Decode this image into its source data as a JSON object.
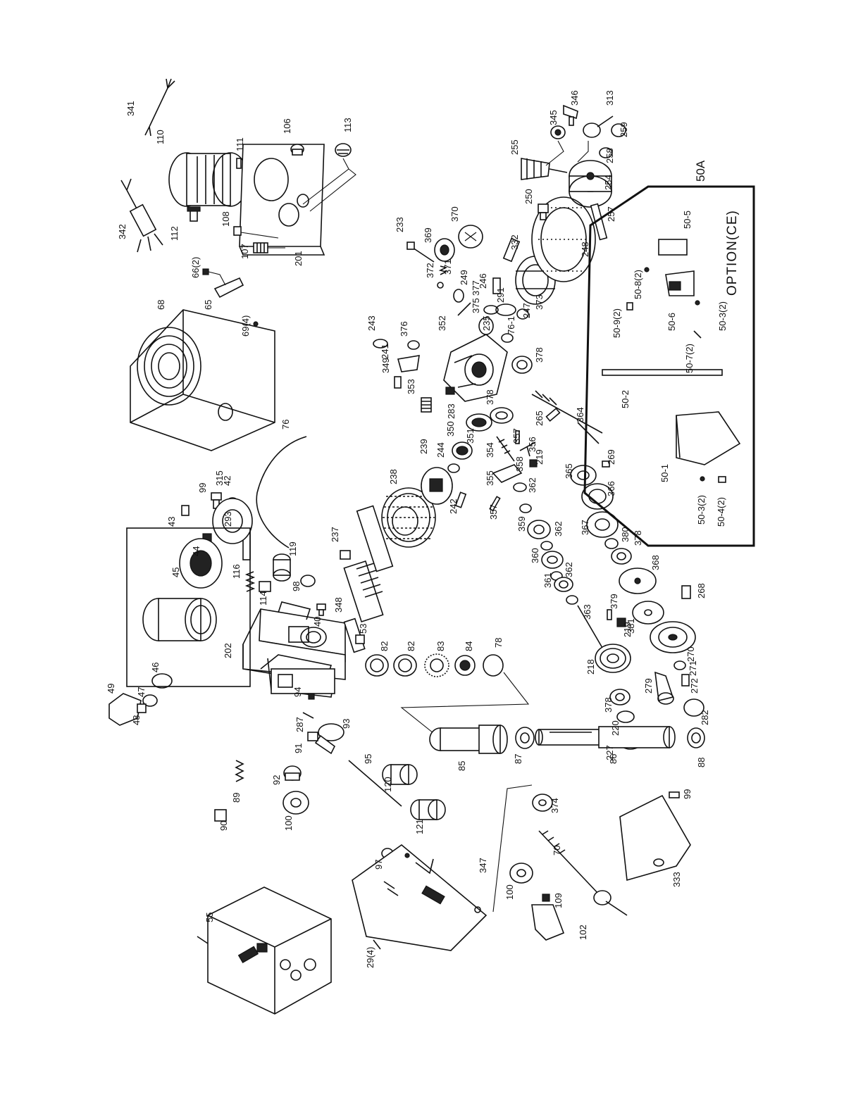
{
  "diagram": {
    "option_label": "OPTION(CE)",
    "panel_label": "50A",
    "labels": [
      {
        "id": "p341",
        "text": "341"
      },
      {
        "id": "p342",
        "text": "342"
      },
      {
        "id": "p110",
        "text": "110"
      },
      {
        "id": "p111",
        "text": "111"
      },
      {
        "id": "p106",
        "text": "106"
      },
      {
        "id": "p113",
        "text": "113"
      },
      {
        "id": "p112",
        "text": "112"
      },
      {
        "id": "p108",
        "text": "108"
      },
      {
        "id": "p107",
        "text": "107"
      },
      {
        "id": "p201",
        "text": "201"
      },
      {
        "id": "p66",
        "text": "66(2)"
      },
      {
        "id": "p65",
        "text": "65"
      },
      {
        "id": "p68",
        "text": "68"
      },
      {
        "id": "p69",
        "text": "69(4)"
      },
      {
        "id": "p76",
        "text": "76"
      },
      {
        "id": "p99a",
        "text": "99"
      },
      {
        "id": "p315",
        "text": "315"
      },
      {
        "id": "p293",
        "text": "293"
      },
      {
        "id": "p116",
        "text": "116"
      },
      {
        "id": "p119",
        "text": "119"
      },
      {
        "id": "p114",
        "text": "114"
      },
      {
        "id": "p98",
        "text": "98"
      },
      {
        "id": "p237",
        "text": "237"
      },
      {
        "id": "p238",
        "text": "238"
      },
      {
        "id": "p239",
        "text": "239"
      },
      {
        "id": "p242",
        "text": "242"
      },
      {
        "id": "p244",
        "text": "244"
      },
      {
        "id": "p350",
        "text": "350"
      },
      {
        "id": "p353",
        "text": "353"
      },
      {
        "id": "p349",
        "text": "349"
      },
      {
        "id": "p241",
        "text": "241"
      },
      {
        "id": "p243",
        "text": "243"
      },
      {
        "id": "p376",
        "text": "376"
      },
      {
        "id": "p352",
        "text": "352"
      },
      {
        "id": "p233",
        "text": "233"
      },
      {
        "id": "p369",
        "text": "369"
      },
      {
        "id": "p370",
        "text": "370"
      },
      {
        "id": "p371",
        "text": "371"
      },
      {
        "id": "p372",
        "text": "372"
      },
      {
        "id": "p249",
        "text": "249"
      },
      {
        "id": "p377",
        "text": "377"
      },
      {
        "id": "p235",
        "text": "235"
      },
      {
        "id": "p375",
        "text": "375"
      },
      {
        "id": "p291",
        "text": "291"
      },
      {
        "id": "p76-1",
        "text": "76-1"
      },
      {
        "id": "p332",
        "text": "332"
      },
      {
        "id": "p246",
        "text": "246"
      },
      {
        "id": "p247",
        "text": "247"
      },
      {
        "id": "p373",
        "text": "373"
      },
      {
        "id": "p248",
        "text": "248"
      },
      {
        "id": "p250",
        "text": "250"
      },
      {
        "id": "p255",
        "text": "255"
      },
      {
        "id": "p345",
        "text": "345"
      },
      {
        "id": "p346",
        "text": "346"
      },
      {
        "id": "p313",
        "text": "313"
      },
      {
        "id": "p259",
        "text": "259"
      },
      {
        "id": "p258",
        "text": "258"
      },
      {
        "id": "p254",
        "text": "254"
      },
      {
        "id": "p257",
        "text": "257"
      },
      {
        "id": "p283",
        "text": "283"
      },
      {
        "id": "p351",
        "text": "351"
      },
      {
        "id": "p378a",
        "text": "378"
      },
      {
        "id": "p378b",
        "text": "378"
      },
      {
        "id": "p265",
        "text": "265"
      },
      {
        "id": "p364",
        "text": "364"
      },
      {
        "id": "p354",
        "text": "354"
      },
      {
        "id": "p357a",
        "text": "357"
      },
      {
        "id": "p356",
        "text": "356"
      },
      {
        "id": "p355",
        "text": "355"
      },
      {
        "id": "p219a",
        "text": "219"
      },
      {
        "id": "p358",
        "text": "358"
      },
      {
        "id": "p357b",
        "text": "357"
      },
      {
        "id": "p269",
        "text": "269"
      },
      {
        "id": "p365",
        "text": "365"
      },
      {
        "id": "p366",
        "text": "366"
      },
      {
        "id": "p359",
        "text": "359"
      },
      {
        "id": "p362a",
        "text": "362"
      },
      {
        "id": "p367",
        "text": "367"
      },
      {
        "id": "p360",
        "text": "360"
      },
      {
        "id": "p362b",
        "text": "362"
      },
      {
        "id": "p380",
        "text": "380"
      },
      {
        "id": "p378c",
        "text": "378"
      },
      {
        "id": "p361",
        "text": "361"
      },
      {
        "id": "p362c",
        "text": "362"
      },
      {
        "id": "p368",
        "text": "368"
      },
      {
        "id": "p381",
        "text": "381"
      },
      {
        "id": "p268",
        "text": "268"
      },
      {
        "id": "p363",
        "text": "363"
      },
      {
        "id": "p379",
        "text": "379"
      },
      {
        "id": "p270",
        "text": "270"
      },
      {
        "id": "p219b",
        "text": "219"
      },
      {
        "id": "p218",
        "text": "218"
      },
      {
        "id": "p271",
        "text": "271"
      },
      {
        "id": "p378d",
        "text": "378"
      },
      {
        "id": "p272",
        "text": "272"
      },
      {
        "id": "p279",
        "text": "279"
      },
      {
        "id": "p220",
        "text": "220"
      },
      {
        "id": "p282",
        "text": "282"
      },
      {
        "id": "p227",
        "text": "227"
      },
      {
        "id": "p202",
        "text": "202"
      },
      {
        "id": "p40",
        "text": "40"
      },
      {
        "id": "p348",
        "text": "348"
      },
      {
        "id": "p53",
        "text": "53"
      },
      {
        "id": "p82a",
        "text": "82"
      },
      {
        "id": "p82b",
        "text": "82"
      },
      {
        "id": "p83",
        "text": "83"
      },
      {
        "id": "p84",
        "text": "84"
      },
      {
        "id": "p78",
        "text": "78"
      },
      {
        "id": "p43",
        "text": "43"
      },
      {
        "id": "p42",
        "text": "42"
      },
      {
        "id": "p44",
        "text": "44"
      },
      {
        "id": "p45",
        "text": "45"
      },
      {
        "id": "p46",
        "text": "46"
      },
      {
        "id": "p47",
        "text": "47"
      },
      {
        "id": "p48",
        "text": "48"
      },
      {
        "id": "p49",
        "text": "49"
      },
      {
        "id": "p94",
        "text": "94"
      },
      {
        "id": "p93",
        "text": "93"
      },
      {
        "id": "p287",
        "text": "287"
      },
      {
        "id": "p91",
        "text": "91"
      },
      {
        "id": "p92",
        "text": "92"
      },
      {
        "id": "p95",
        "text": "95"
      },
      {
        "id": "p120",
        "text": "120"
      },
      {
        "id": "p89",
        "text": "89"
      },
      {
        "id": "p100a",
        "text": "100"
      },
      {
        "id": "p90",
        "text": "90"
      },
      {
        "id": "p121",
        "text": "121"
      },
      {
        "id": "p85",
        "text": "85"
      },
      {
        "id": "p87",
        "text": "87"
      },
      {
        "id": "p86",
        "text": "86"
      },
      {
        "id": "p88",
        "text": "88"
      },
      {
        "id": "p97",
        "text": "97"
      },
      {
        "id": "p347",
        "text": "347"
      },
      {
        "id": "p374",
        "text": "374"
      },
      {
        "id": "p70",
        "text": "70"
      },
      {
        "id": "p55",
        "text": "55"
      },
      {
        "id": "p29",
        "text": "29(4)"
      },
      {
        "id": "p100b",
        "text": "100"
      },
      {
        "id": "p109",
        "text": "109"
      },
      {
        "id": "p102",
        "text": "102"
      },
      {
        "id": "p99b",
        "text": "99"
      },
      {
        "id": "p333",
        "text": "333"
      },
      {
        "id": "p50-1",
        "text": "50-1"
      },
      {
        "id": "p50-2",
        "text": "50-2"
      },
      {
        "id": "p50-3a",
        "text": "50-3(2)"
      },
      {
        "id": "p50-4",
        "text": "50-4(2)"
      },
      {
        "id": "p50-9",
        "text": "50-9(2)"
      },
      {
        "id": "p50-8",
        "text": "50-8(2)"
      },
      {
        "id": "p50-5",
        "text": "50-5"
      },
      {
        "id": "p50-6",
        "text": "50-6"
      },
      {
        "id": "p50-7",
        "text": "50-7(2)"
      },
      {
        "id": "p50-3b",
        "text": "50-3(2)"
      }
    ]
  }
}
